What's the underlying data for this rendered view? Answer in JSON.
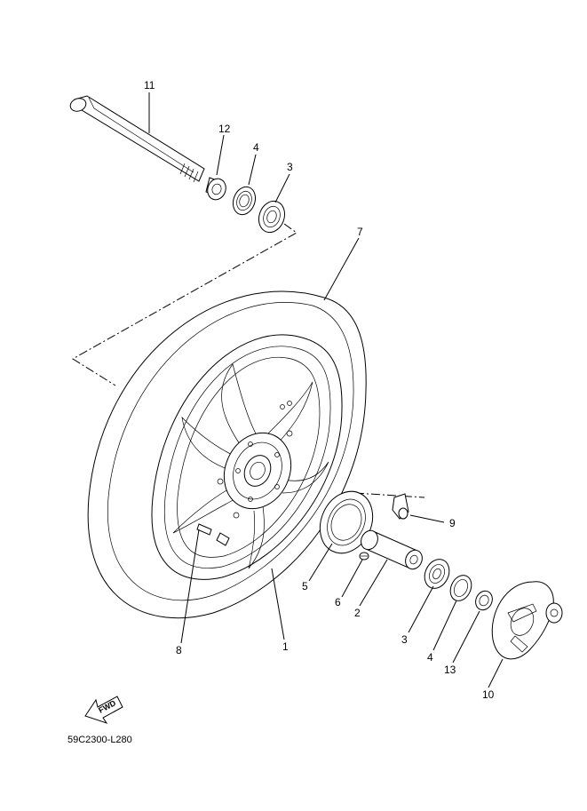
{
  "diagram": {
    "callouts": [
      {
        "id": "11",
        "label": "11"
      },
      {
        "id": "12",
        "label": "12"
      },
      {
        "id": "4a",
        "label": "4"
      },
      {
        "id": "3a",
        "label": "3"
      },
      {
        "id": "7",
        "label": "7"
      },
      {
        "id": "9",
        "label": "9"
      },
      {
        "id": "5",
        "label": "5"
      },
      {
        "id": "6",
        "label": "6"
      },
      {
        "id": "2",
        "label": "2"
      },
      {
        "id": "3b",
        "label": "3"
      },
      {
        "id": "4b",
        "label": "4"
      },
      {
        "id": "13",
        "label": "13"
      },
      {
        "id": "10",
        "label": "10"
      },
      {
        "id": "1",
        "label": "1"
      },
      {
        "id": "8",
        "label": "8"
      }
    ],
    "fwd_label": "FWD",
    "code": "59C2300-L280"
  }
}
